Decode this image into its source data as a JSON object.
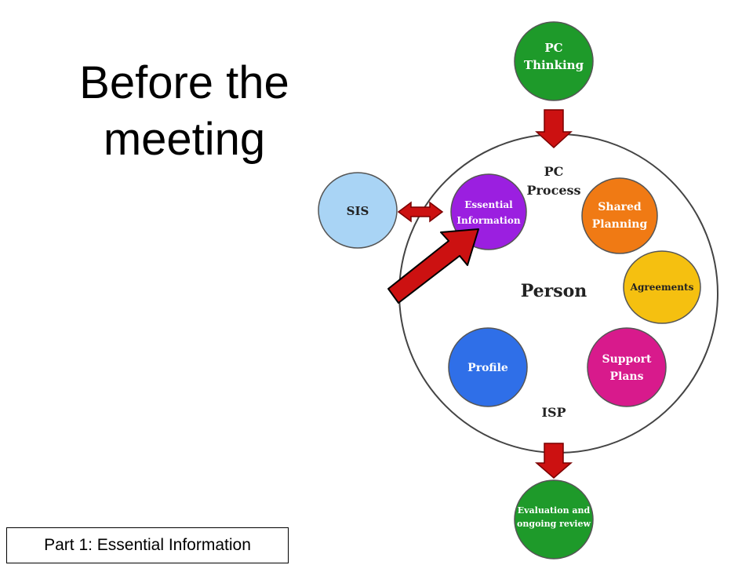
{
  "slide": {
    "title_line1": "Before the",
    "title_line2": "meeting",
    "footer": "Part 1: Essential Information"
  },
  "diagram": {
    "top_node": {
      "line1": "PC",
      "line2": "Thinking",
      "color": "#1e9a2a"
    },
    "circle_label_top_line1": "PC",
    "circle_label_top_line2": "Process",
    "center_label": "Person",
    "circle_label_bottom": "ISP",
    "sis": {
      "label": "SIS",
      "color": "#a9d4f5"
    },
    "essential": {
      "line1": "Essential",
      "line2": "Information",
      "color": "#9b1fe0"
    },
    "shared": {
      "line1": "Shared",
      "line2": "Planning",
      "color": "#f07a14"
    },
    "agreements": {
      "label": "Agreements",
      "color": "#f5c010"
    },
    "support": {
      "line1": "Support",
      "line2": "Plans",
      "color": "#d81a8c"
    },
    "profile": {
      "label": "Profile",
      "color": "#2f6fe8"
    },
    "bottom_node": {
      "line1": "Evaluation and",
      "line2": "ongoing review",
      "color": "#1e9a2a"
    },
    "arrow_color": "#cc1111"
  }
}
